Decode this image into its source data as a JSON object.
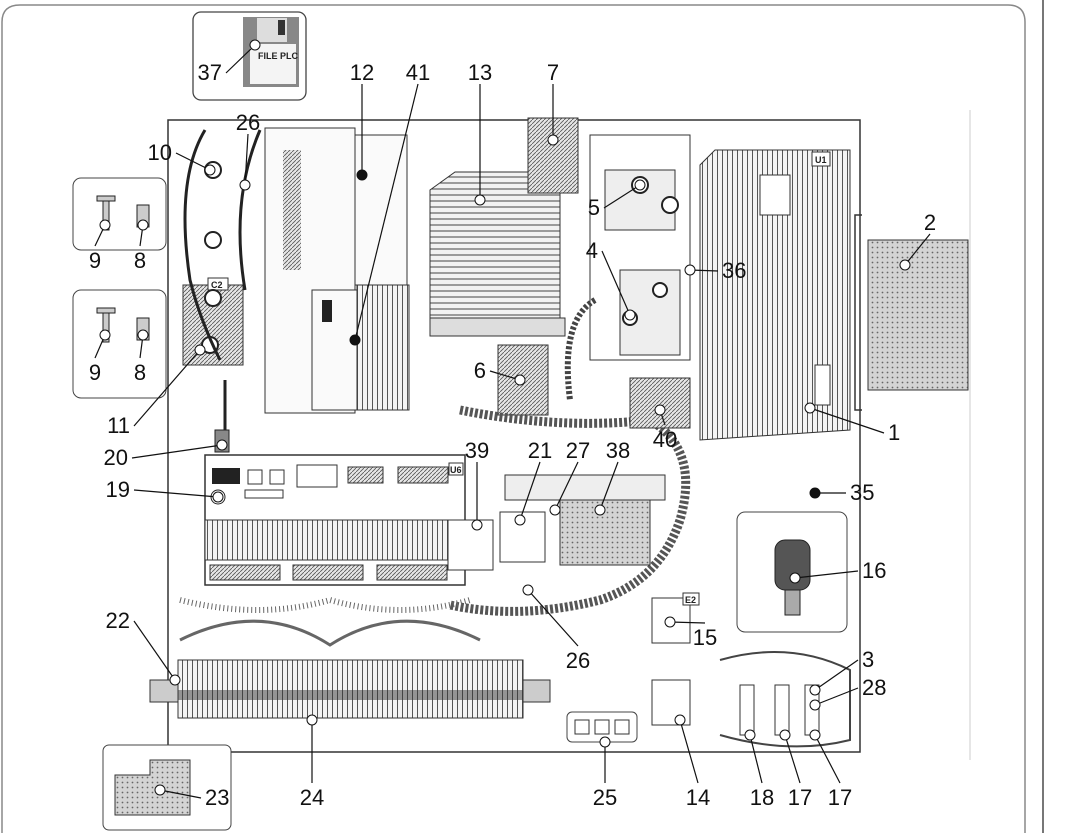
{
  "component_labels": {
    "floppy": "FILE PLC",
    "inverter": "U1",
    "relay_board": "U6",
    "contactor_c2": "C2",
    "contactor_e2": "E2"
  },
  "callouts": [
    "37",
    "12",
    "41",
    "13",
    "7",
    "26",
    "10",
    "9",
    "8",
    "5",
    "36",
    "2",
    "4",
    "9",
    "8",
    "6",
    "40",
    "1",
    "11",
    "20",
    "19",
    "39",
    "21",
    "27",
    "38",
    "35",
    "16",
    "22",
    "26",
    "15",
    "3",
    "28",
    "24",
    "25",
    "14",
    "18",
    "17",
    "17",
    "23"
  ]
}
